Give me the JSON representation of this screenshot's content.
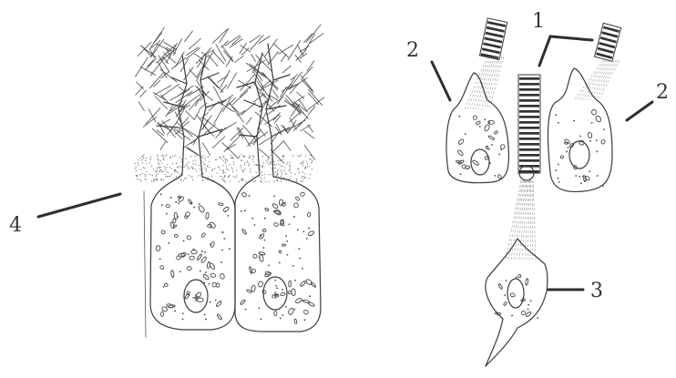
{
  "labels": {
    "l1": "1",
    "l2_left": "2",
    "l2_right": "2",
    "l3": "3",
    "l4": "4"
  },
  "colors": {
    "ink": "#3a3a3a",
    "hatch": "#555555",
    "background": "#ffffff"
  }
}
